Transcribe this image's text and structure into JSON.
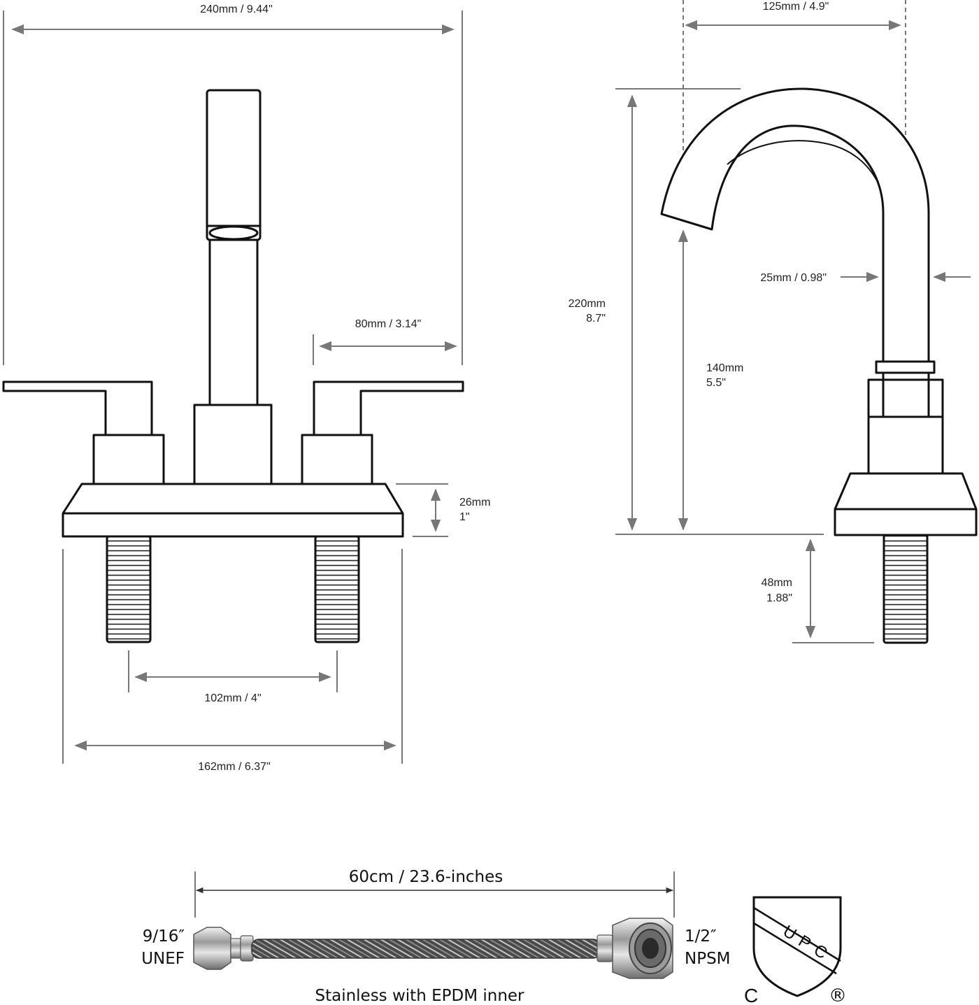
{
  "front_view": {
    "width_total": "240mm / 9.44\"",
    "handle_reach": "80mm / 3.14\"",
    "base_height_mm": "26mm",
    "base_height_in": "1\"",
    "shank_spacing": "102mm / 4\"",
    "base_width": "162mm / 6.37\""
  },
  "side_view": {
    "spout_reach": "125mm / 4.9\"",
    "spout_diameter": "25mm / 0.98\"",
    "total_height_mm": "220mm",
    "total_height_in": "8.7\"",
    "spout_clearance_mm": "140mm",
    "spout_clearance_in": "5.5\"",
    "shank_length_mm": "48mm",
    "shank_length_in": "1.88\""
  },
  "hose": {
    "length": "60cm / 23.6-inches",
    "left_size": "9/16″",
    "left_thread": "UNEF",
    "right_size": "1/2″",
    "right_thread": "NPSM",
    "material": "Stainless with EPDM inner"
  },
  "certification": {
    "mark_text": "UPC",
    "letter_u": "U",
    "letter_p": "P",
    "letter_c": "C",
    "mark_c": "C",
    "mark_r": "®"
  }
}
